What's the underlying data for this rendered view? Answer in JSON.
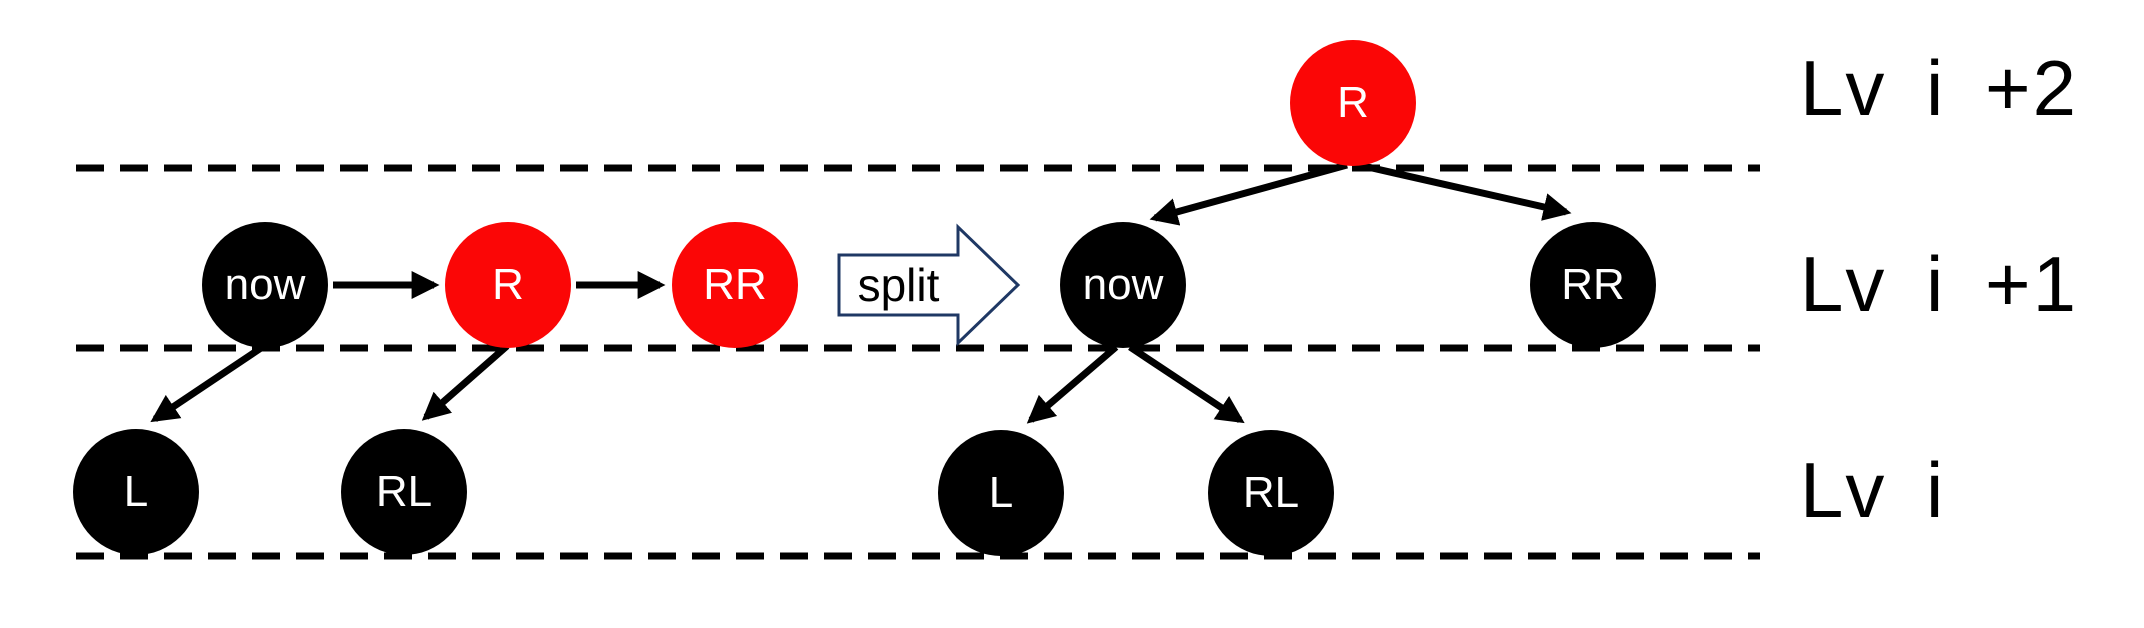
{
  "theme": {
    "node_red": "#fb0606",
    "node_black": "#000000",
    "node_text": "#ffffff",
    "edge_color": "#000000",
    "divider_color": "#000000",
    "split_outline": "#1f3864",
    "split_fill": "#ffffff",
    "label_color": "#000000",
    "canvas_bg": "#ffffff"
  },
  "operation": {
    "label": "split"
  },
  "levels": [
    {
      "label": "Lv i +2"
    },
    {
      "label": "Lv i +1"
    },
    {
      "label": "Lv i"
    }
  ],
  "before_tree": {
    "description": "level-linked list before split",
    "nodes": [
      {
        "label": "now",
        "color": "black"
      },
      {
        "label": "R",
        "color": "red"
      },
      {
        "label": "RR",
        "color": "red"
      },
      {
        "label": "L",
        "color": "black"
      },
      {
        "label": "RL",
        "color": "black"
      }
    ]
  },
  "after_tree": {
    "description": "tree after split with R promoted",
    "nodes": [
      {
        "label": "R",
        "color": "red"
      },
      {
        "label": "now",
        "color": "black"
      },
      {
        "label": "RR",
        "color": "black"
      },
      {
        "label": "L",
        "color": "black"
      },
      {
        "label": "RL",
        "color": "black"
      }
    ]
  }
}
